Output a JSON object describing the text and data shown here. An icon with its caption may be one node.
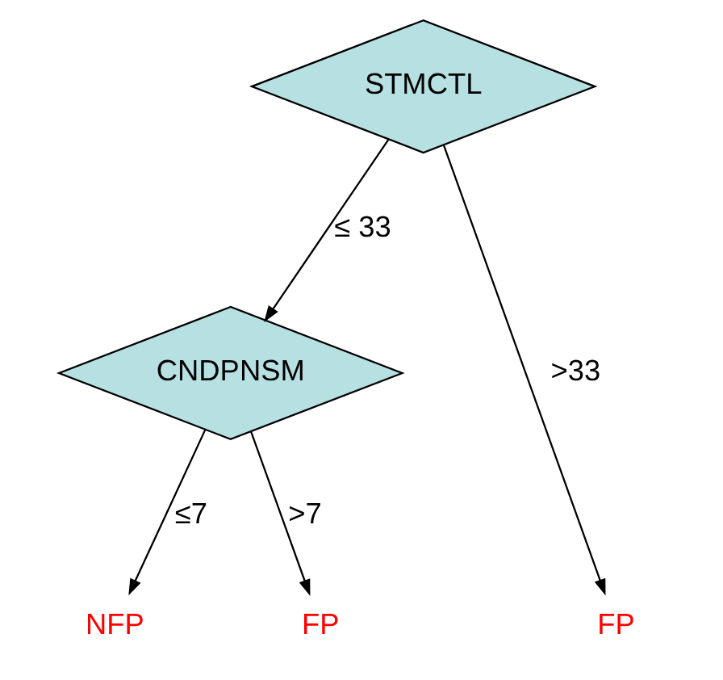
{
  "diagram": {
    "nodes": [
      {
        "text": [
          "STMCTL"
        ]
      },
      {
        "text": [
          "CNDPNSM"
        ]
      },
      {
        "text": [
          "NFP"
        ]
      },
      {
        "text": [
          "FP"
        ]
      },
      {
        "text": [
          "FP"
        ]
      }
    ],
    "edges": [
      {
        "from": 0,
        "to": 1,
        "arrow": "to",
        "label": "≤ 33"
      },
      {
        "from": 0,
        "to": 4,
        "arrow": "to",
        "label": ">33"
      },
      {
        "from": 1,
        "to": 2,
        "arrow": "to",
        "label": "≤7"
      },
      {
        "from": 1,
        "to": 3,
        "arrow": "to",
        "label": ">7"
      }
    ]
  }
}
